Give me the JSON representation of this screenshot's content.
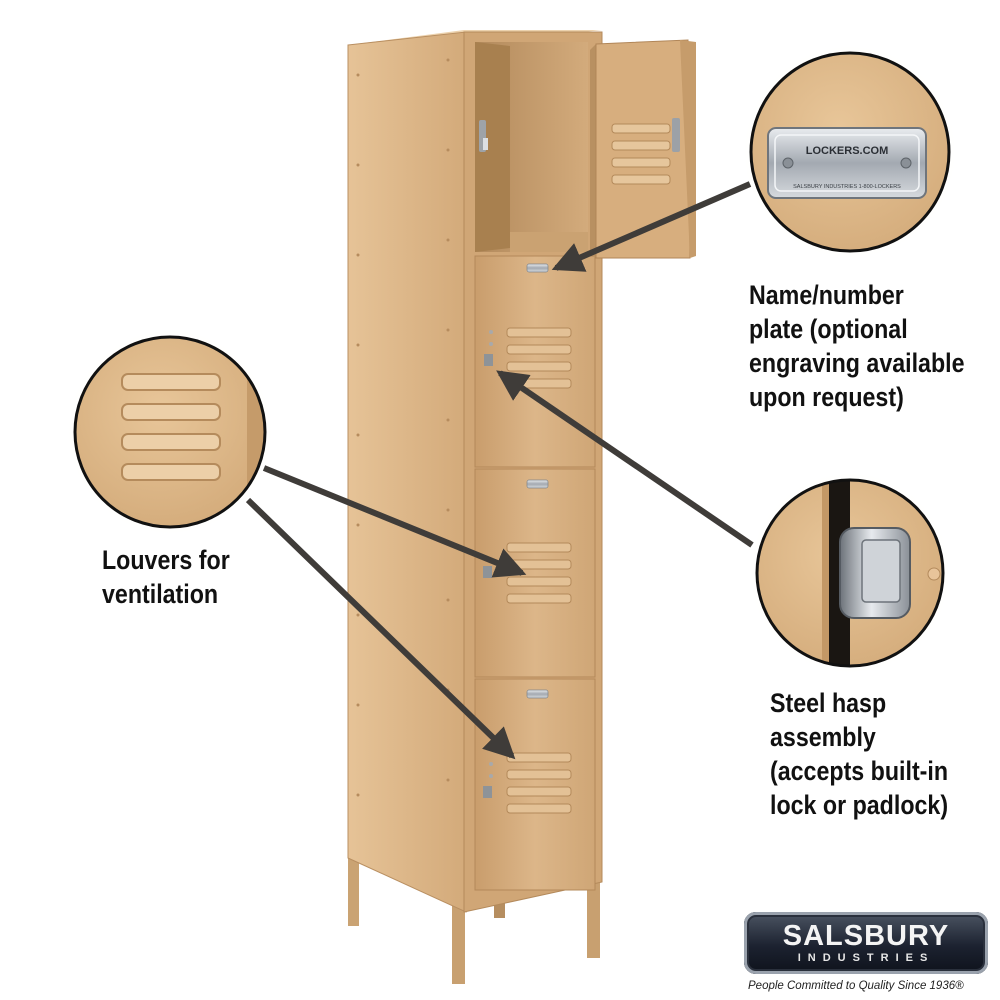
{
  "callouts": {
    "plate_lines": [
      "Name/number",
      "plate (optional",
      "engraving available",
      "upon request)"
    ],
    "louvers_lines": [
      "Louvers for",
      "ventilation"
    ],
    "hasp_lines": [
      "Steel hasp",
      "assembly",
      "(accepts built-in",
      "lock or padlock)"
    ]
  },
  "nameplate_text": "LOCKERS.COM",
  "nameplate_subtext": "SALSBURY INDUSTRIES 1-800-LOCKERS",
  "logo": {
    "name": "SALSBURY",
    "sub": "INDUSTRIES",
    "tagline": "People Committed to Quality Since 1936®"
  },
  "colors": {
    "locker_tan": "#d9b284",
    "arrow": "#3f3c39",
    "logo_dark": "#1c2230"
  }
}
